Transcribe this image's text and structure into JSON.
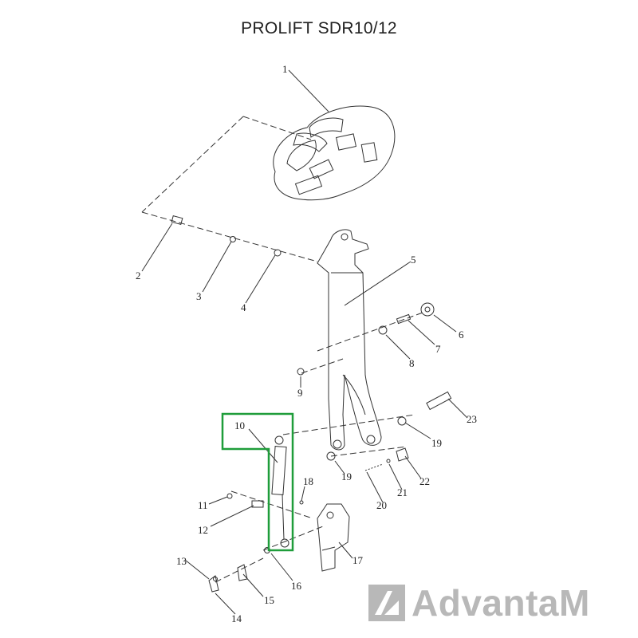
{
  "title": "PROLIFT SDR10/12",
  "callouts": [
    "1",
    "2",
    "3",
    "4",
    "5",
    "6",
    "7",
    "8",
    "9",
    "10",
    "11",
    "12",
    "13",
    "14",
    "15",
    "16",
    "17",
    "18",
    "19",
    "19",
    "20",
    "21",
    "22",
    "23"
  ],
  "watermark": "AdvantaM",
  "highlight_color": "#1f9d3a",
  "line_color": "#333333"
}
